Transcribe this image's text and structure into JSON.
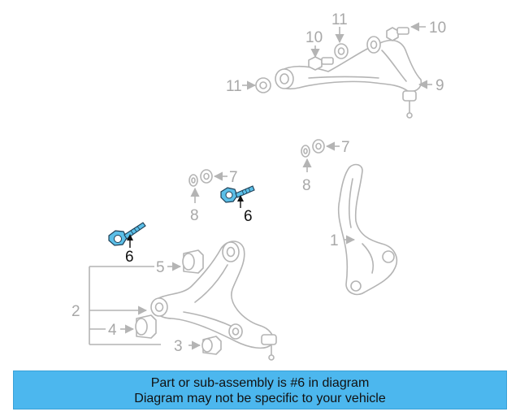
{
  "accent_color": "#4cb7ee",
  "highlight_color": "#5bbfe8",
  "callouts": {
    "label_1": "1",
    "label_2": "2",
    "label_3": "3",
    "label_4": "4",
    "label_5": "5",
    "label_6a": "6",
    "label_6b": "6",
    "label_7a": "7",
    "label_7b": "7",
    "label_8a": "8",
    "label_8b": "8",
    "label_9": "9",
    "label_10a": "10",
    "label_10b": "10",
    "label_11a": "11",
    "label_11b": "11"
  },
  "banner": {
    "line1": "Part or sub-assembly is #6 in diagram",
    "line2": "Diagram may not be specific to your vehicle"
  }
}
